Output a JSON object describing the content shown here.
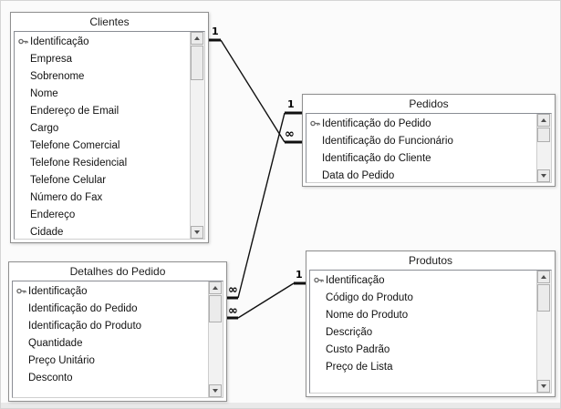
{
  "colors": {
    "canvas_bg": "#fbfbfb",
    "window_bg": "#ffffff",
    "relationship_line": "#101010",
    "text": "#121212"
  },
  "icons": {
    "primary_key": "key-icon",
    "scroll_up": "triangle-up-icon",
    "scroll_down": "triangle-down-icon"
  },
  "tables": [
    {
      "title": "Clientes",
      "primary_key": "Identificação",
      "fields": [
        "Identificação",
        "Empresa",
        "Sobrenome",
        "Nome",
        "Endereço de Email",
        "Cargo",
        "Telefone Comercial",
        "Telefone Residencial",
        "Telefone Celular",
        "Número do Fax",
        "Endereço",
        "Cidade"
      ]
    },
    {
      "title": "Pedidos",
      "primary_key": "Identificação do Pedido",
      "fields": [
        "Identificação do Pedido",
        "Identificação do Funcionário",
        "Identificação do Cliente",
        "Data do Pedido"
      ]
    },
    {
      "title": "Detalhes do Pedido",
      "primary_key": "Identificação",
      "fields": [
        "Identificação",
        "Identificação do Pedido",
        "Identificação do Produto",
        "Quantidade",
        "Preço Unitário",
        "Desconto"
      ]
    },
    {
      "title": "Produtos",
      "primary_key": "Identificação",
      "fields": [
        "Identificação",
        "Código do Produto",
        "Nome do Produto",
        "Descrição",
        "Custo Padrão",
        "Preço de Lista"
      ]
    }
  ],
  "relationships": [
    {
      "from_table": "Clientes",
      "from_cardinality": "1",
      "to_table": "Pedidos",
      "to_cardinality": "∞"
    },
    {
      "from_table": "Pedidos",
      "from_cardinality": "1",
      "to_table": "Detalhes do Pedido",
      "to_cardinality": "∞"
    },
    {
      "from_table": "Produtos",
      "from_cardinality": "1",
      "to_table": "Detalhes do Pedido",
      "to_cardinality": "∞"
    }
  ]
}
